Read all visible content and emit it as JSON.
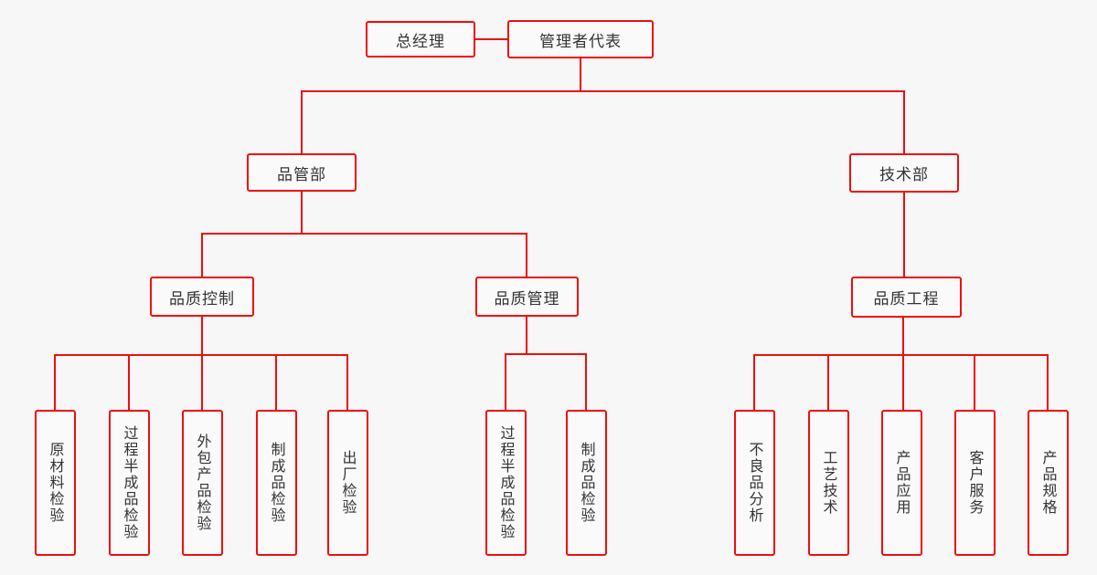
{
  "style": {
    "background": "#f7f7f7",
    "box_fill": "#fafafa",
    "line_color": "#f10d0d",
    "text_color": "#333333"
  },
  "org_chart": {
    "root": {
      "label": "总经理"
    },
    "root_partner": {
      "label": "管理者代表"
    },
    "departments": [
      {
        "label": "品管部"
      },
      {
        "label": "技术部"
      }
    ],
    "sections": [
      {
        "label": "品质控制"
      },
      {
        "label": "品质管理"
      },
      {
        "label": "品质工程"
      }
    ],
    "quality_control_children": [
      "原材料检验",
      "过程半成品检验",
      "外包产品检验",
      "制成品检验",
      "出厂检验"
    ],
    "quality_management_children": [
      "过程半成品检验",
      "制成品检验"
    ],
    "quality_engineering_children": [
      "不良品分析",
      "工艺技术",
      "产品应用",
      "客户服务",
      "产品规格"
    ]
  }
}
